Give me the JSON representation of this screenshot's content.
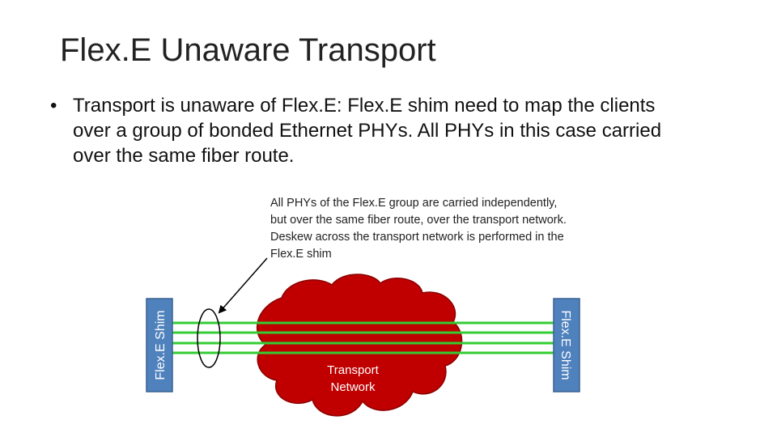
{
  "slide": {
    "title": "Flex.E Unaware Transport",
    "bullet_lines": [
      "Transport is unaware of Flex.E: Flex.E shim need to map the clients",
      "over a group of bonded Ethernet PHYs. All PHYs in this case carried",
      "over the same fiber route."
    ],
    "bullet_symbol": "•"
  },
  "diagram": {
    "note_lines": [
      "All PHYs of the Flex.E group are carried independently,",
      "but over the same fiber route, over the transport network.",
      "Deskew across the transport network is performed in the",
      "Flex.E shim"
    ],
    "left_shim_label": "Flex.E Shim",
    "right_shim_label": "Flex.E Shim",
    "cloud_label_lines": [
      "Transport",
      "Network"
    ],
    "phy_link_count": 4,
    "colors": {
      "shim_fill": "#4f81bd",
      "shim_stroke": "#3a6190",
      "cloud_fill": "#c00000",
      "cloud_stroke": "#8b0000",
      "link_color": "#33cc33"
    }
  }
}
